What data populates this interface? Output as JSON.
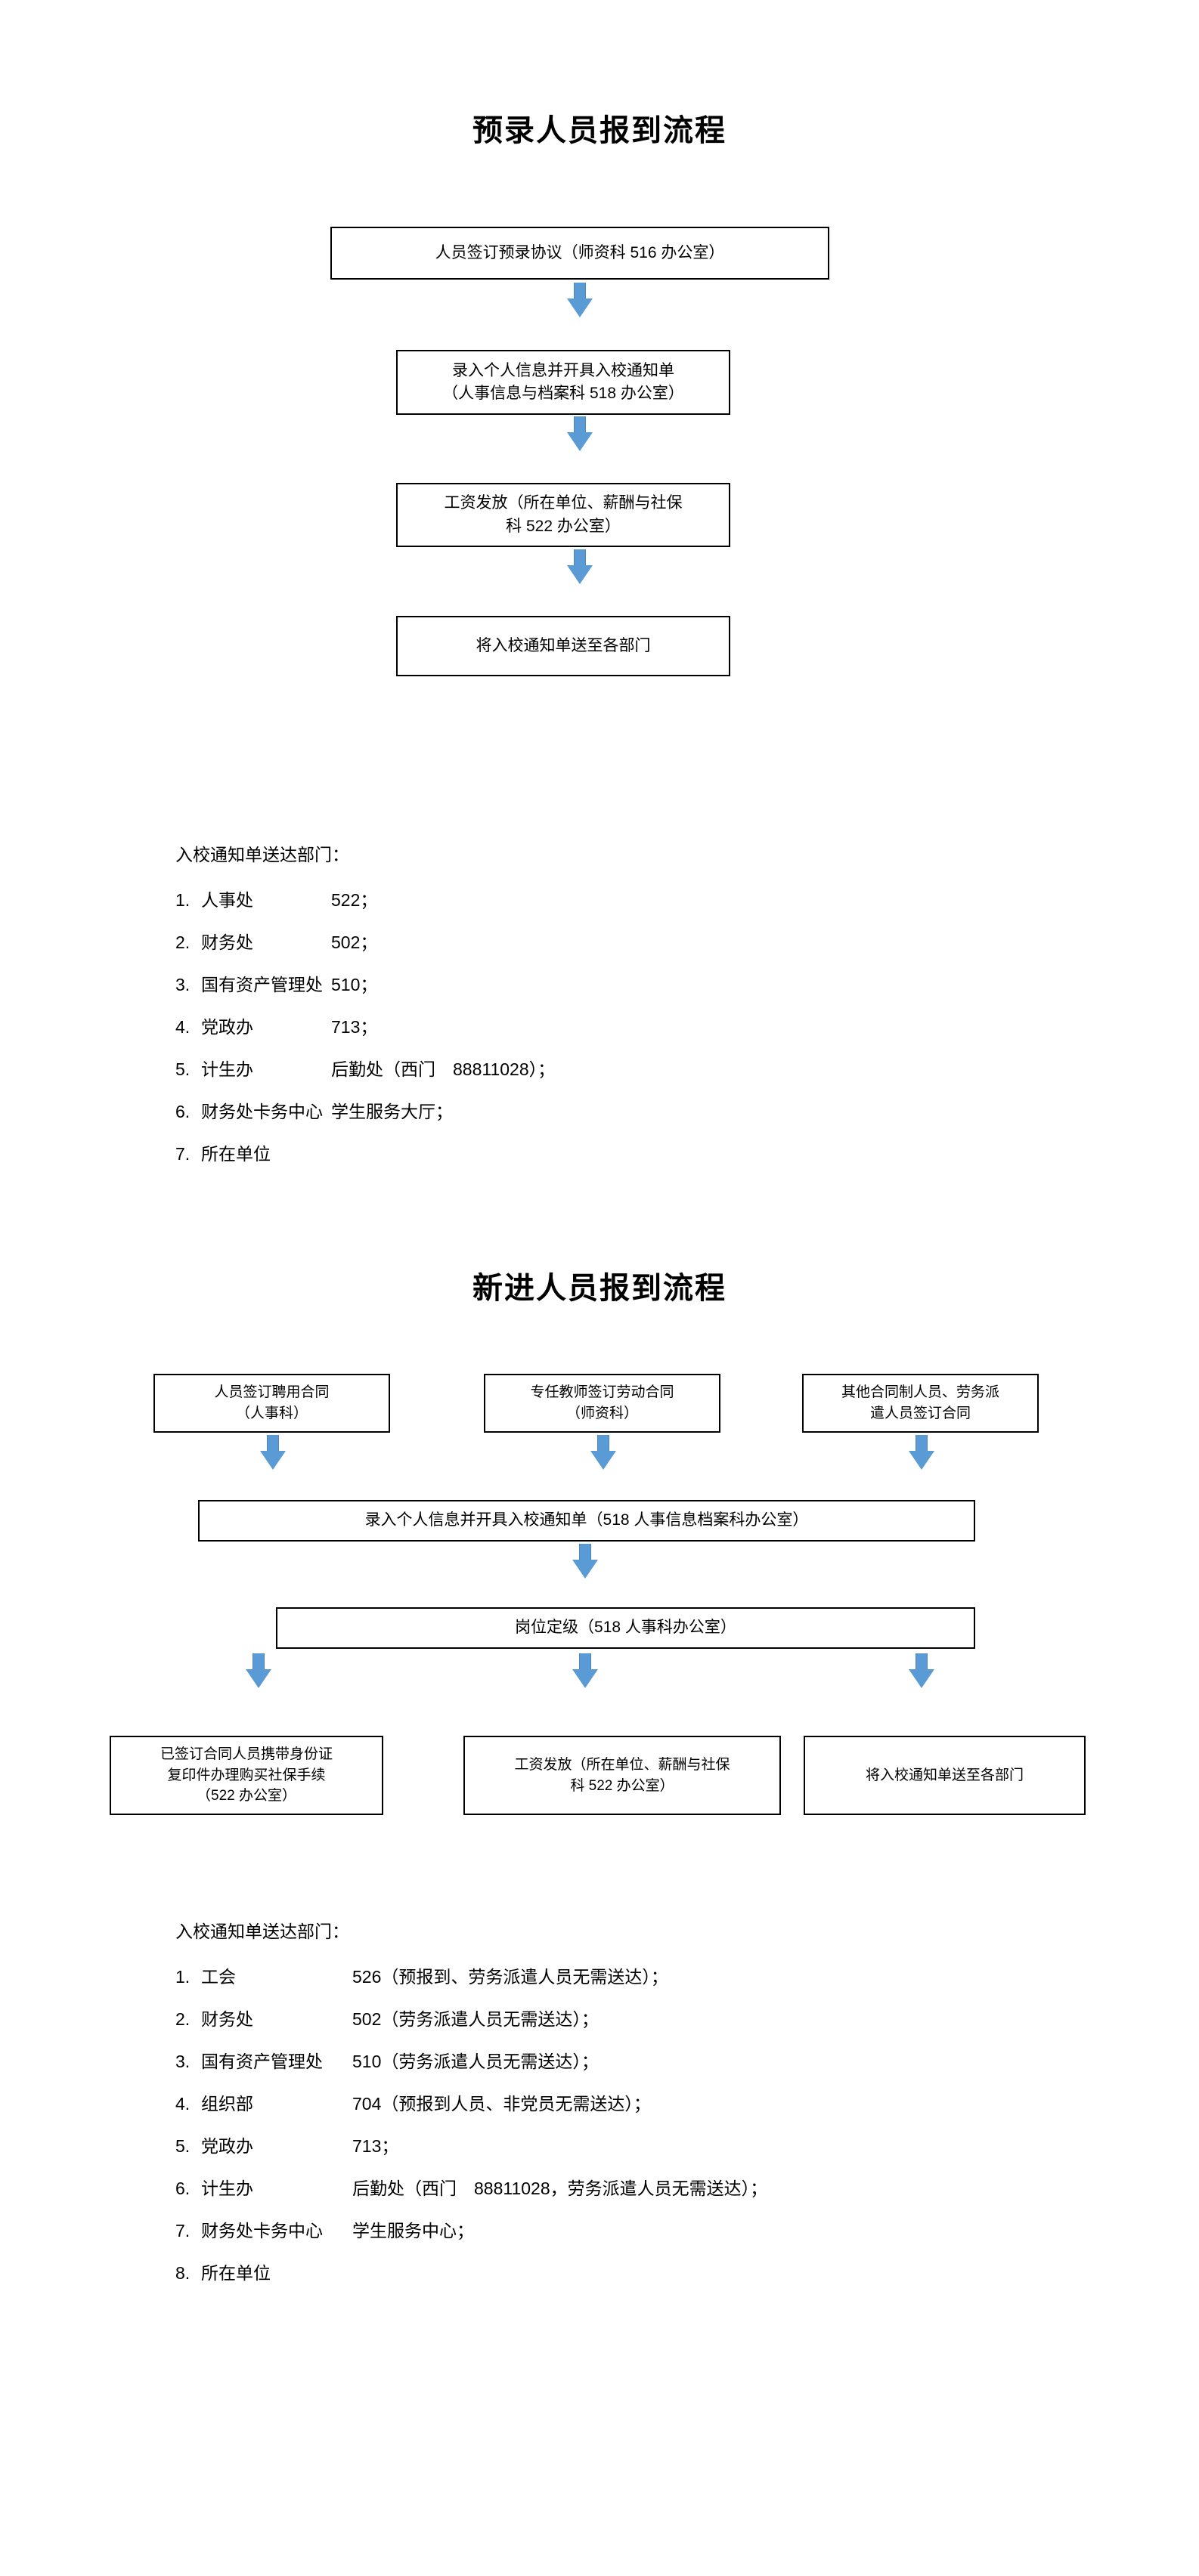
{
  "document": {
    "sections": [
      {
        "title": "预录人员报到流程",
        "flow": {
          "boxes": [
            {
              "lines": [
                "人员签订预录协议（师资科 516 办公室）"
              ]
            },
            {
              "lines": [
                "录入个人信息并开具入校通知单",
                "（人事信息与档案科 518 办公室）"
              ]
            },
            {
              "lines": [
                "工资发放（所在单位、薪酬与社保",
                "科 522 办公室）"
              ]
            },
            {
              "lines": [
                "将入校通知单送至各部门"
              ]
            }
          ],
          "arrow_color": "#5b9bd5"
        },
        "list": {
          "heading": "入校通知单送达部门：",
          "items": [
            {
              "num": "1.",
              "dept": "人事处",
              "value": "522；"
            },
            {
              "num": "2.",
              "dept": "财务处",
              "value": "502；"
            },
            {
              "num": "3.",
              "dept": "国有资产管理处",
              "value": "510；"
            },
            {
              "num": "4.",
              "dept": "党政办",
              "value": "713；"
            },
            {
              "num": "5.",
              "dept": "计生办",
              "value": "后勤处（西门　88811028）；"
            },
            {
              "num": "6.",
              "dept": "财务处卡务中心",
              "value": "学生服务大厅；"
            },
            {
              "num": "7.",
              "dept": "所在单位",
              "value": ""
            }
          ]
        }
      },
      {
        "title": "新进人员报到流程",
        "flow": {
          "row_top": [
            {
              "lines": [
                "人员签订聘用合同",
                "（人事科）"
              ]
            },
            {
              "lines": [
                "专任教师签订劳动合同",
                "（师资科）"
              ]
            },
            {
              "lines": [
                "其他合同制人员、劳务派",
                "遣人员签订合同"
              ]
            }
          ],
          "bar_1": {
            "lines": [
              "录入个人信息并开具入校通知单（518 人事信息档案科办公室）"
            ]
          },
          "bar_2": {
            "lines": [
              "岗位定级（518 人事科办公室）"
            ]
          },
          "row_bottom": [
            {
              "lines": [
                "已签订合同人员携带身份证",
                "复印件办理购买社保手续",
                "（522 办公室）"
              ]
            },
            {
              "lines": [
                "工资发放（所在单位、薪酬与社保",
                "科 522 办公室）"
              ]
            },
            {
              "lines": [
                "将入校通知单送至各部门"
              ]
            }
          ],
          "arrow_color": "#5b9bd5"
        },
        "list": {
          "heading": "入校通知单送达部门：",
          "items": [
            {
              "num": "1.",
              "dept": "工会",
              "value": "526（预报到、劳务派遣人员无需送达）；"
            },
            {
              "num": "2.",
              "dept": "财务处",
              "value": "502（劳务派遣人员无需送达）；"
            },
            {
              "num": "3.",
              "dept": "国有资产管理处",
              "value": "510（劳务派遣人员无需送达）；"
            },
            {
              "num": "4.",
              "dept": "组织部",
              "value": "704（预报到人员、非党员无需送达）；"
            },
            {
              "num": "5.",
              "dept": "党政办",
              "value": "713；"
            },
            {
              "num": "6.",
              "dept": "计生办",
              "value": "后勤处（西门　88811028，劳务派遣人员无需送达）；"
            },
            {
              "num": "7.",
              "dept": "财务处卡务中心",
              "value": "学生服务中心；"
            },
            {
              "num": "8.",
              "dept": "所在单位",
              "value": ""
            }
          ]
        }
      }
    ]
  }
}
